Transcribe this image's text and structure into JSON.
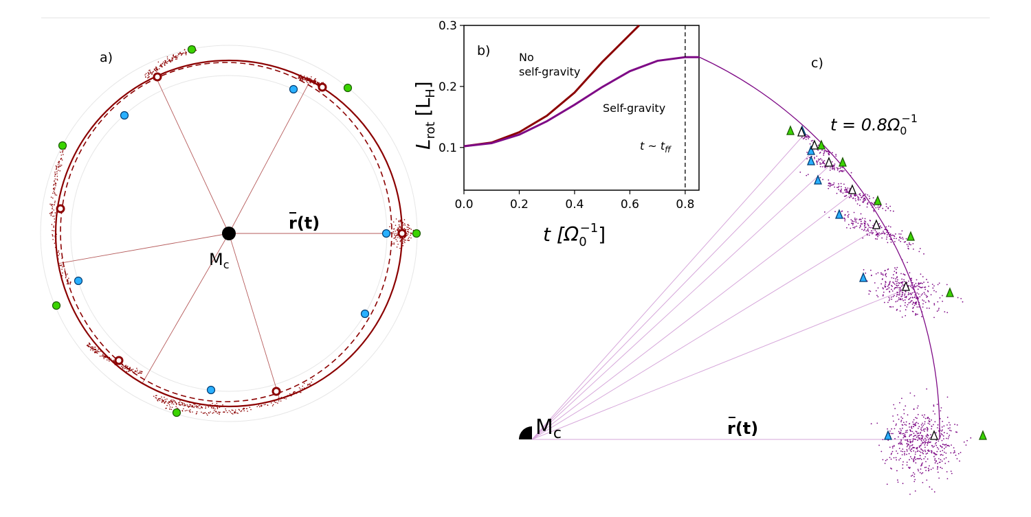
{
  "panel_a": {
    "label": "a)",
    "center_label": "M",
    "center_label_sub": "c",
    "r_label": "r(t)",
    "colors": {
      "orbit": "#8b0000",
      "green": "#3bd400",
      "blue": "#2ab0ff",
      "spoke": "#b55a5a",
      "ring": "#dddddd"
    }
  },
  "panel_b": {
    "label": "b)",
    "annotation_no_sg_line1": "No",
    "annotation_no_sg_line2": "self-gravity",
    "annotation_sg": "Self-gravity",
    "annotation_tff": "t ~ t",
    "annotation_tff_sub": "ff",
    "xlabel": "t [Ω",
    "xlabel_sub": "0",
    "xlabel_sup": "−1",
    "xlabel_end": "]",
    "ylabel": "L",
    "ylabel_sub": "rot",
    "ylabel_unit": "[L",
    "ylabel_unit_sub": "H",
    "ylabel_end": "]",
    "x_ticks": [
      "0.0",
      "0.2",
      "0.4",
      "0.6",
      "0.8"
    ],
    "y_ticks": [
      "0.1",
      "0.2",
      "0.3"
    ],
    "colors": {
      "no_sg": "#8b0000",
      "sg": "#7e0a86"
    }
  },
  "panel_c": {
    "label": "c)",
    "time_label": "t = 0.8Ω",
    "time_label_sub": "0",
    "time_label_sup": "−1",
    "center_label": "M",
    "center_label_sub": "c",
    "r_label": "r(t)",
    "colors": {
      "arc": "#7e0a86",
      "ray": "#d6a6da",
      "dots": "#7e0a86",
      "green": "#3bd400",
      "blue": "#2ab0ff"
    }
  },
  "chart_data": {
    "type": "line",
    "x": [
      0.0,
      0.1,
      0.2,
      0.3,
      0.4,
      0.5,
      0.6,
      0.7,
      0.8,
      0.85
    ],
    "xlim": [
      0.0,
      0.85
    ],
    "ylim": [
      0.03,
      0.3
    ],
    "series": [
      {
        "name": "No self-gravity",
        "values": [
          0.102,
          0.108,
          0.125,
          0.152,
          0.19,
          0.24,
          0.285,
          null,
          null,
          null
        ]
      },
      {
        "name": "Self-gravity",
        "values": [
          0.102,
          0.107,
          0.121,
          0.143,
          0.17,
          0.199,
          0.225,
          0.242,
          0.248,
          0.248
        ]
      }
    ],
    "vline_x": 0.8,
    "grid": false
  }
}
